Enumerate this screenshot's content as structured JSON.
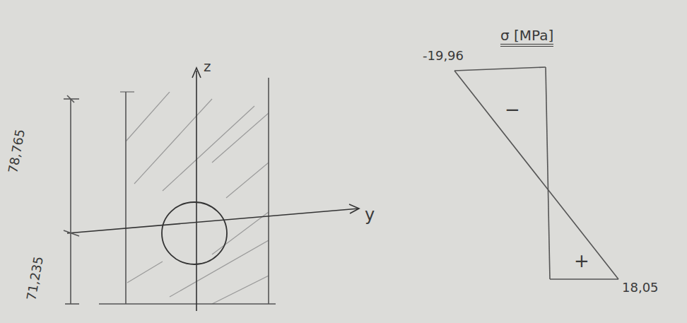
{
  "diagram": {
    "labels": [
      "z",
      "y",
      "78,765",
      "71,235",
      "-19,96",
      "σ [MPa]",
      "−",
      "+",
      "18,05"
    ]
  }
}
